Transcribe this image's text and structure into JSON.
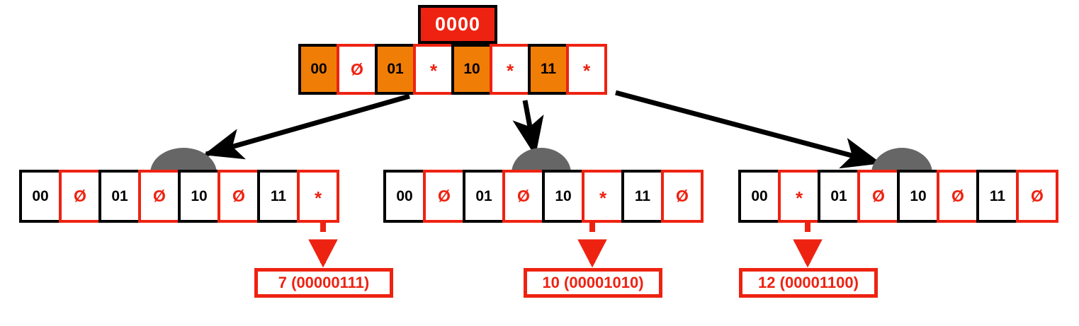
{
  "diagram": {
    "title": "Hash Array Mapped Trie / radix node structure",
    "colors": {
      "key_orange": "#f07d06",
      "accent_red": "#ee2211",
      "black": "#000000",
      "dome_gray": "#666666",
      "white": "#ffffff"
    }
  },
  "root": {
    "label": "0000",
    "cells": [
      {
        "text": "00",
        "kind": "key-orange"
      },
      {
        "text": "Ø",
        "kind": "val-white",
        "glyph": "empty"
      },
      {
        "text": "01",
        "kind": "key-orange"
      },
      {
        "text": "*",
        "kind": "val-white",
        "glyph": "star"
      },
      {
        "text": "10",
        "kind": "key-orange"
      },
      {
        "text": "*",
        "kind": "val-white",
        "glyph": "star"
      },
      {
        "text": "11",
        "kind": "key-orange"
      },
      {
        "text": "*",
        "kind": "val-white",
        "glyph": "star"
      }
    ]
  },
  "children": [
    {
      "name": "child-node-left",
      "cells": [
        {
          "text": "00",
          "kind": "key-white"
        },
        {
          "text": "Ø",
          "kind": "val-red",
          "glyph": "empty"
        },
        {
          "text": "01",
          "kind": "key-white"
        },
        {
          "text": "Ø",
          "kind": "val-red",
          "glyph": "empty"
        },
        {
          "text": "10",
          "kind": "key-white"
        },
        {
          "text": "Ø",
          "kind": "val-red",
          "glyph": "empty"
        },
        {
          "text": "11",
          "kind": "key-white"
        },
        {
          "text": "*",
          "kind": "val-red",
          "glyph": "star"
        }
      ]
    },
    {
      "name": "child-node-middle",
      "cells": [
        {
          "text": "00",
          "kind": "key-white"
        },
        {
          "text": "Ø",
          "kind": "val-red",
          "glyph": "empty"
        },
        {
          "text": "01",
          "kind": "key-white"
        },
        {
          "text": "Ø",
          "kind": "val-red",
          "glyph": "empty"
        },
        {
          "text": "10",
          "kind": "key-white"
        },
        {
          "text": "*",
          "kind": "val-red",
          "glyph": "star"
        },
        {
          "text": "11",
          "kind": "key-white"
        },
        {
          "text": "Ø",
          "kind": "val-red",
          "glyph": "empty"
        }
      ]
    },
    {
      "name": "child-node-right",
      "cells": [
        {
          "text": "00",
          "kind": "key-white"
        },
        {
          "text": "*",
          "kind": "val-red",
          "glyph": "star"
        },
        {
          "text": "01",
          "kind": "key-white"
        },
        {
          "text": "Ø",
          "kind": "val-red",
          "glyph": "empty"
        },
        {
          "text": "10",
          "kind": "key-white"
        },
        {
          "text": "Ø",
          "kind": "val-red",
          "glyph": "empty"
        },
        {
          "text": "11",
          "kind": "key-white"
        },
        {
          "text": "Ø",
          "kind": "val-red",
          "glyph": "empty"
        }
      ]
    }
  ],
  "leaves": [
    {
      "label": "7 (00000111)",
      "value": 7,
      "bits": "00000111"
    },
    {
      "label": "10 (00001010)",
      "value": 10,
      "bits": "00001010"
    },
    {
      "label": "12 (00001100)",
      "value": 12,
      "bits": "00001100"
    }
  ]
}
